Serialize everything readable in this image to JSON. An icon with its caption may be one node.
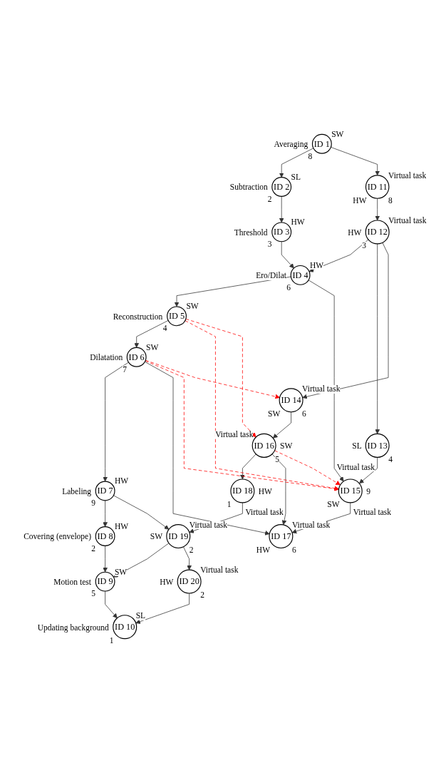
{
  "diagram": {
    "nodes": [
      {
        "text": [
          "ID 1"
        ],
        "beside": [
          "Averaging",
          "SW",
          "8"
        ]
      },
      {
        "text": [
          "ID 2"
        ],
        "beside": [
          "Subtraction",
          "SL",
          "2"
        ]
      },
      {
        "text": [
          "ID 3"
        ],
        "beside": [
          "Threshold",
          "HW",
          "3"
        ]
      },
      {
        "text": [
          "ID 4"
        ],
        "beside": [
          "Ero/Dilat",
          "HW",
          "6"
        ]
      },
      {
        "text": [
          "ID 5"
        ],
        "beside": [
          "Reconstruction",
          "SW",
          "4"
        ]
      },
      {
        "text": [
          "ID 6"
        ],
        "beside": [
          "Dilatation",
          "SW",
          "7"
        ]
      },
      {
        "text": [
          "ID 7"
        ],
        "beside": [
          "Labeling",
          "HW",
          "9"
        ]
      },
      {
        "text": [
          "ID 8"
        ],
        "beside": [
          "Covering (envelope)",
          "HW",
          "2"
        ]
      },
      {
        "text": [
          "ID 9"
        ],
        "beside": [
          "Motion test",
          "SW",
          "5"
        ]
      },
      {
        "text": [
          "ID 10"
        ],
        "beside": [
          "Updating background",
          "SL",
          "1"
        ]
      },
      {
        "text": [
          "ID 11"
        ],
        "beside": [
          "Virtual task",
          "HW",
          "8"
        ]
      },
      {
        "text": [
          "ID 12"
        ],
        "beside": [
          "HW",
          "Virtual task",
          "3"
        ]
      },
      {
        "text": [
          "ID 13"
        ],
        "beside": [
          "SL",
          "Virtual task",
          "4"
        ]
      },
      {
        "text": [
          "ID 14"
        ],
        "beside": [
          "Virtual task",
          "SW",
          "6"
        ]
      },
      {
        "text": [
          "ID 15"
        ],
        "beside": [
          "SW",
          "Virtual task",
          "9"
        ]
      },
      {
        "text": [
          "ID 16"
        ],
        "beside": [
          "Virtual task",
          "SW",
          "5"
        ]
      },
      {
        "text": [
          "ID 17"
        ],
        "beside": [
          "Virtual task",
          "HW",
          "6"
        ]
      },
      {
        "text": [
          "ID 18"
        ],
        "beside": [
          "HW",
          "1",
          "Virtual task"
        ]
      },
      {
        "text": [
          "ID 19"
        ],
        "beside": [
          "Virtual task",
          "SW",
          "2"
        ]
      },
      {
        "text": [
          "ID 20"
        ],
        "beside": [
          "HW",
          "Virtual task",
          "2"
        ]
      }
    ],
    "edges": [
      {
        "from": 0,
        "to": 1,
        "arrow": "to"
      },
      {
        "from": 0,
        "to": 10,
        "arrow": "to"
      },
      {
        "from": 1,
        "to": 2,
        "arrow": "to"
      },
      {
        "from": 2,
        "to": 3,
        "arrow": "to"
      },
      {
        "from": 10,
        "to": 11,
        "arrow": "to"
      },
      {
        "from": 11,
        "to": 3,
        "arrow": "to"
      },
      {
        "from": 11,
        "to": 12,
        "arrow": "to"
      },
      {
        "from": 11,
        "to": 13,
        "arrow": "to"
      },
      {
        "from": 3,
        "to": 4,
        "arrow": "to"
      },
      {
        "from": 3,
        "to": 14,
        "arrow": "to"
      },
      {
        "from": 12,
        "to": 14,
        "arrow": "to"
      },
      {
        "from": 13,
        "to": 15,
        "arrow": "to"
      },
      {
        "from": 15,
        "to": 17,
        "arrow": "to"
      },
      {
        "from": 4,
        "to": 5,
        "arrow": "to"
      },
      {
        "from": 5,
        "to": 6,
        "arrow": "to"
      },
      {
        "from": 5,
        "to": 16,
        "arrow": "to"
      },
      {
        "from": 14,
        "to": 16,
        "arrow": "to"
      },
      {
        "from": 15,
        "to": 16,
        "arrow": "to"
      },
      {
        "from": 6,
        "to": 7,
        "arrow": "to"
      },
      {
        "from": 6,
        "to": 18,
        "arrow": "to"
      },
      {
        "from": 17,
        "to": 18,
        "arrow": "to"
      },
      {
        "from": 7,
        "to": 8,
        "arrow": "to"
      },
      {
        "from": 18,
        "to": 8,
        "arrow": "to"
      },
      {
        "from": 18,
        "to": 19,
        "arrow": "to"
      },
      {
        "from": 8,
        "to": 9,
        "arrow": "to"
      },
      {
        "from": 19,
        "to": 9,
        "arrow": "to"
      },
      {
        "from": 4,
        "to": 14,
        "arrow": "to",
        "style": "dashed",
        "color": "#ff0000"
      },
      {
        "from": 5,
        "to": 14,
        "arrow": "to",
        "style": "dashed",
        "color": "#ff0000"
      },
      {
        "from": 4,
        "to": 15,
        "arrow": "to",
        "style": "dashed",
        "color": "#ff0000"
      },
      {
        "from": 5,
        "to": 13,
        "arrow": "to",
        "style": "dashed",
        "color": "#ff0000"
      },
      {
        "from": 15,
        "to": 14,
        "arrow": "to",
        "style": "dashed",
        "color": "#ff0000"
      }
    ]
  }
}
